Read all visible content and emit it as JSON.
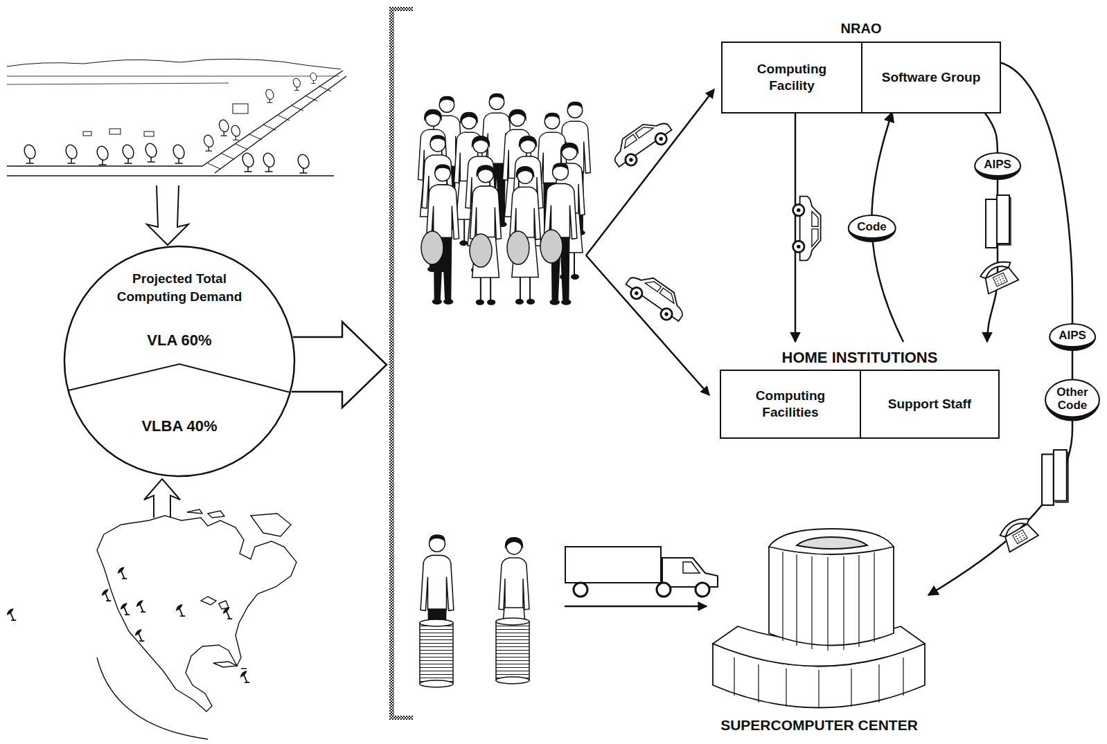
{
  "diagram": {
    "nodes": [
      {
        "text": [
          "Projected Total Computing Demand",
          "VLA 60%",
          "VLBA 40%"
        ]
      },
      {
        "text": [
          "NRAO"
        ]
      },
      {
        "text": [
          "Computing Facility"
        ],
        "in": 1
      },
      {
        "text": [
          "Software Group"
        ],
        "in": 1
      },
      {
        "text": [
          "HOME INSTITUTIONS"
        ]
      },
      {
        "text": [
          "Computing Facilities"
        ],
        "in": 4
      },
      {
        "text": [
          "Support Staff"
        ],
        "in": 4
      },
      {
        "text": [
          "SUPERCOMPUTER CENTER"
        ]
      }
    ],
    "edges": [
      {
        "from": 2,
        "to": 4,
        "arrow": "to"
      },
      {
        "from": 4,
        "to": 3,
        "label": "Code",
        "arrow": "to"
      },
      {
        "from": 3,
        "to": 4,
        "label": "AIPS",
        "arrow": "to"
      },
      {
        "from": 3,
        "to": 7,
        "label": "AIPS",
        "arrow": "to"
      }
    ],
    "labels": [
      "Other Code"
    ]
  }
}
